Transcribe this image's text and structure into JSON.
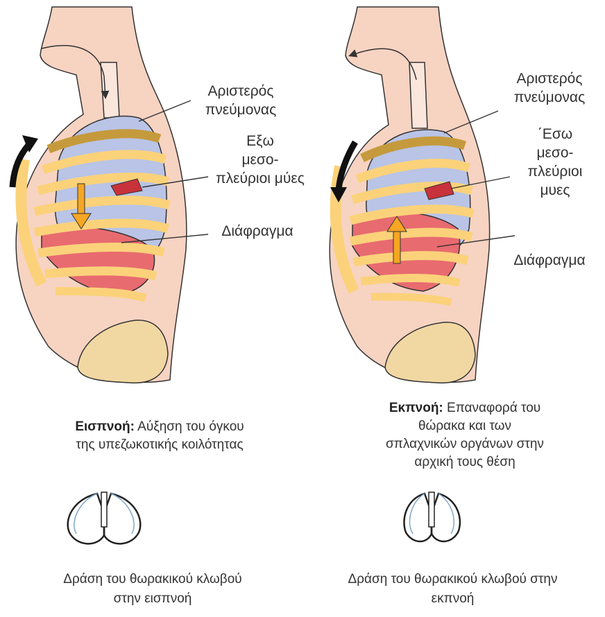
{
  "inhale": {
    "label_left_lung": "Αριστερός πνεύμονας",
    "label_left_lung_lines": [
      "Αριστερός",
      "πνεύμονας"
    ],
    "label_muscles_lines": [
      "Εξω",
      "μεσο-",
      "πλεύριοι μύες"
    ],
    "label_diaphragm": "Διάφραγμα",
    "caption_bold": "Εισπνοή:",
    "caption_text_lines": [
      "Αύξηση του όγκου",
      "της υπεζωκοτικής κοιλότητας"
    ],
    "rib_action_lines": [
      "Δράση του θωρακικού κλωβού",
      "στην εισπνοή"
    ]
  },
  "exhale": {
    "label_left_lung_lines": [
      "Αριστερός",
      "πνεύμονας"
    ],
    "label_muscles_lines": [
      "΄Εσω",
      "μεσο-",
      "πλεύριοι",
      "μυες"
    ],
    "label_diaphragm": "Διάφραγμα",
    "caption_bold": "Εκπνοή:",
    "caption_text_lines": [
      "Επαναφορά του",
      "θώρακα και των",
      "σπλαχνικών οργάνων στην",
      "αρχική τους θέση"
    ],
    "rib_action_lines": [
      "Δράση του θωρακικού κλωβού στην",
      "εκπνοή"
    ]
  },
  "colors": {
    "skin": "#f7d3c2",
    "bone": "#fbd27a",
    "lung": "#b9c4e6",
    "muscle": "#e86b70",
    "arrow_orange": "#f5a623",
    "outline": "#333333"
  }
}
